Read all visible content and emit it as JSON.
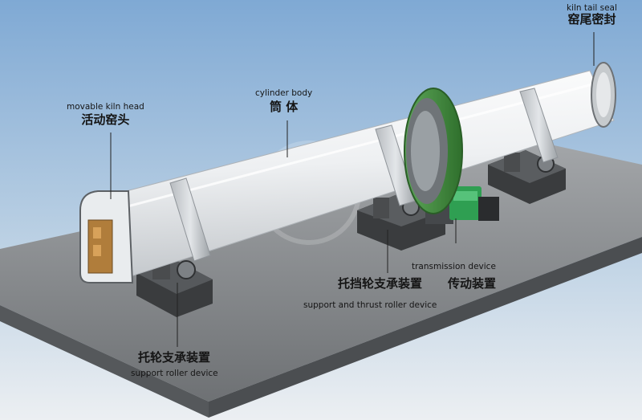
{
  "labels": {
    "kiln_tail_seal": {
      "en": "kiln tail seal",
      "zh": "窑尾密封"
    },
    "cylinder_body": {
      "en": "cylinder body",
      "zh": "筒 体"
    },
    "movable_kiln_head": {
      "en": "movable kiln head",
      "zh": "活动窑头"
    },
    "transmission_device": {
      "en": "transmission device",
      "zh": "传动装置"
    },
    "support_thrust_roller": {
      "en": "support and thrust roller device",
      "zh": "托挡轮支承装置"
    },
    "support_roller": {
      "en": "support roller device",
      "zh": "托轮支承装置"
    }
  },
  "colors": {
    "background_top": "#7fa9d4",
    "background_bottom": "#e9edf1",
    "base_plate": "#8a8d90",
    "kiln_shell": "#f2f4f5",
    "gear_ring": "#3f8f3a",
    "motor": "#2f9f52",
    "pedestal": "#3a3c3e",
    "head_panel": "#b07d3b"
  }
}
